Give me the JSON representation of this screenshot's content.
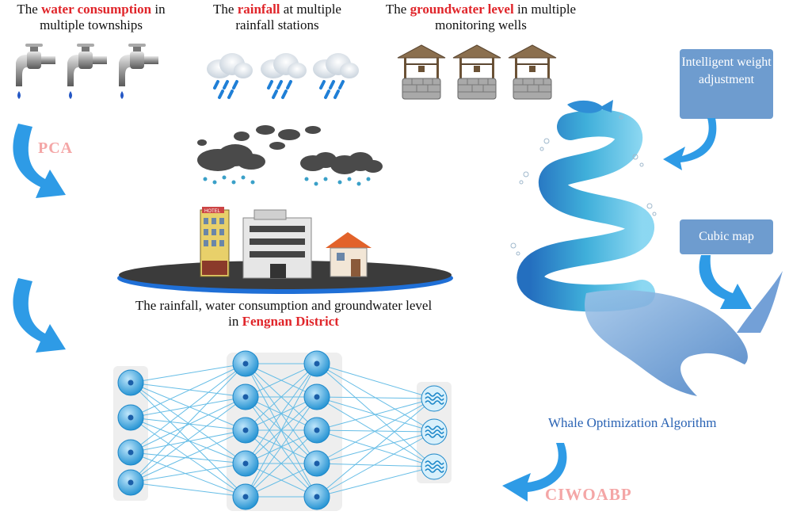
{
  "top": {
    "water": {
      "prefix": "The ",
      "highlight": "water consumption",
      "suffix": " in",
      "line2": "multiple townships"
    },
    "rainfall": {
      "prefix": "The ",
      "highlight": "rainfall",
      "suffix": " at multiple",
      "line2": "rainfall stations"
    },
    "groundwater": {
      "prefix": "The ",
      "highlight": "groundwater level",
      "suffix": " in multiple",
      "line2": "monitoring wells"
    }
  },
  "center": {
    "line1": "The rainfall, water consumption and groundwater level",
    "line2_prefix": "in ",
    "line2_highlight": "Fengnan District",
    "hotel_sign": "HOTEL"
  },
  "labels": {
    "pca": "PCA",
    "ciwoabp": "CIWOABP",
    "woa": "Whale Optimization Algorithm",
    "intelligent": "Intelligent weight adjustment",
    "cubic": "Cubic map"
  },
  "colors": {
    "highlight": "#e0252a",
    "arrow": "#2e9be6",
    "box": "#6e9ccf",
    "pink": "#f4a6a6",
    "node": "#2a9fd8"
  },
  "icons": [
    "faucet-icon",
    "rain-cloud-icon",
    "well-icon",
    "whale-icon",
    "fish-icon",
    "building-icon",
    "house-icon",
    "water-wave-icon"
  ]
}
